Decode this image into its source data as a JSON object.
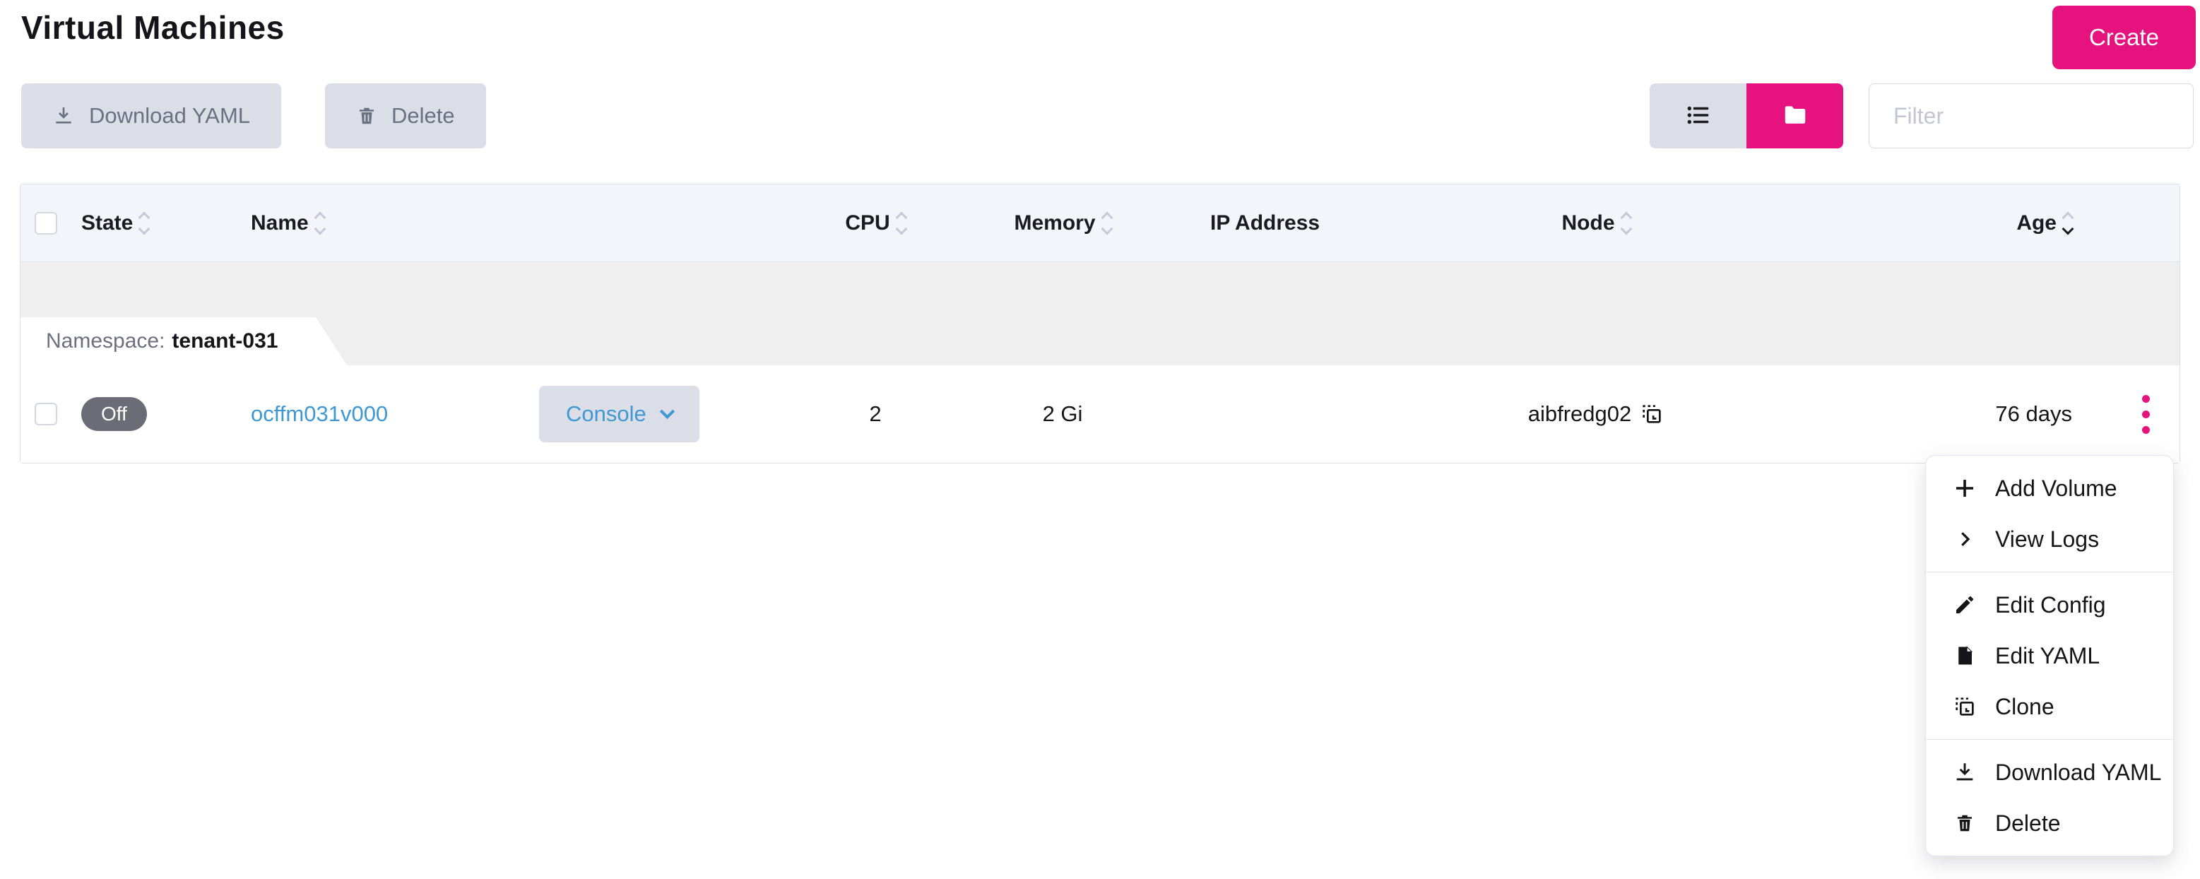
{
  "page": {
    "title": "Virtual Machines"
  },
  "toolbar": {
    "download_yaml_label": "Download YAML",
    "delete_label": "Delete",
    "create_label": "Create",
    "filter_placeholder": "Filter",
    "view_toggle": {
      "list_icon": "list-icon",
      "folder_icon": "folder-icon",
      "active": "folder"
    }
  },
  "colors": {
    "accent_pink": "#E6137E",
    "link_blue": "#3D98D3",
    "muted_button_bg": "#DCDEE7",
    "off_badge_bg": "#6C6C76",
    "header_bg": "#F4F5FA",
    "group_band_bg": "#EFEFEF"
  },
  "table": {
    "columns": [
      {
        "label": "State",
        "sortable": true,
        "sorted": null
      },
      {
        "label": "Name",
        "sortable": true,
        "sorted": null
      },
      {
        "label": "CPU",
        "sortable": true,
        "sorted": null
      },
      {
        "label": "Memory",
        "sortable": true,
        "sorted": null
      },
      {
        "label": "IP Address",
        "sortable": false,
        "sorted": null
      },
      {
        "label": "Node",
        "sortable": true,
        "sorted": null
      },
      {
        "label": "Age",
        "sortable": true,
        "sorted": "desc"
      }
    ],
    "group": {
      "label": "Namespace:",
      "value": "tenant-031"
    },
    "row": {
      "state": "Off",
      "name": "ocffm031v000",
      "console_label": "Console",
      "cpu": "2",
      "memory": "2 Gi",
      "ip_address": "",
      "node": "aibfredg02",
      "node_icon": "copy-icon",
      "age": "76 days"
    }
  },
  "menu": {
    "items": [
      {
        "icon": "plus-icon",
        "label": "Add Volume"
      },
      {
        "icon": "chevron-right-icon",
        "label": "View Logs"
      },
      {
        "icon": "pencil-icon",
        "label": "Edit Config"
      },
      {
        "icon": "file-icon",
        "label": "Edit YAML"
      },
      {
        "icon": "clone-icon",
        "label": "Clone"
      },
      {
        "icon": "download-icon",
        "label": "Download YAML"
      },
      {
        "icon": "trash-icon",
        "label": "Delete"
      }
    ]
  }
}
